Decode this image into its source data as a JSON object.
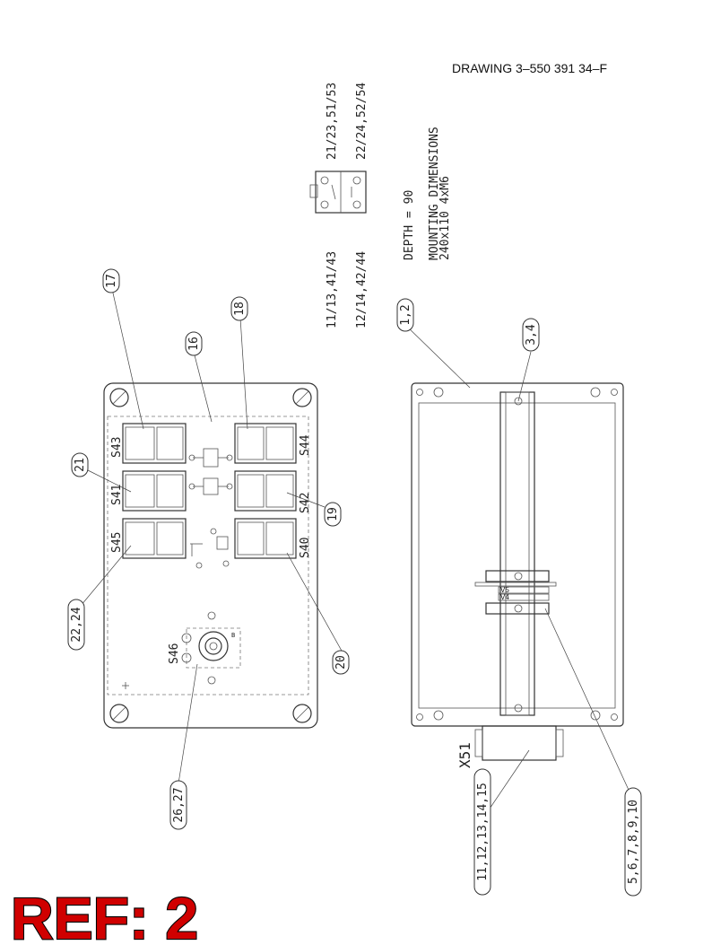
{
  "drawing_number": "DRAWING 3–550 391 34–F",
  "ref_label": "REF: 2",
  "contact_labels": {
    "top_left": "11/13,41/43",
    "bottom_left": "12/14,42/44",
    "top_right": "21/23,51/53",
    "bottom_right": "22/24,52/54"
  },
  "specs": {
    "depth": "DEPTH = 90",
    "mounting_title": "MOUNTING DIMENSIONS",
    "mounting_value": "240x110 4xM6"
  },
  "switch_labels": {
    "s43": "S43",
    "s41": "S41",
    "s45": "S45",
    "s44": "S44",
    "s42": "S42",
    "s40": "S40",
    "s46": "S46",
    "x51": "X51",
    "v5": "V5",
    "v4": "V4",
    "b": "B"
  },
  "callouts": {
    "c17": "17",
    "c18": "18",
    "c16": "16",
    "c21": "21",
    "c19": "19",
    "c22_24": "22,24",
    "c20": "20",
    "c26_27": "26,27",
    "c1_2": "1,2",
    "c3_4": "3,4",
    "c11_15": "11,12,13,14,15",
    "c5_10": "5,6,7,8,9,10"
  }
}
